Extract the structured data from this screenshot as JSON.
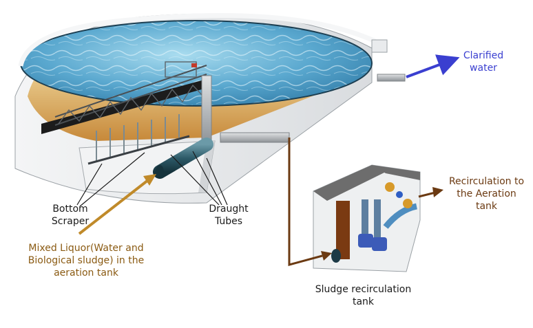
{
  "labels": {
    "clarified_water": [
      "Clarified",
      "water"
    ],
    "recirculation": [
      "Recirculation to",
      "the Aeration",
      "tank"
    ],
    "bottom_scraper": [
      "Bottom",
      "Scraper"
    ],
    "draught_tubes": [
      "Draught",
      "Tubes"
    ],
    "mixed_liquor": [
      "Mixed Liquor(Water and",
      "Biological sludge) in the",
      "aeration tank"
    ],
    "sludge_tank": [
      "Sludge recirculation",
      "tank"
    ]
  },
  "colors": {
    "water_arrow": "#3a3fd0",
    "sludge_arrow": "#6b3a12",
    "feed_arrow": "#c08a2a",
    "water": "#6fb7d8",
    "tank_wall": "#e6e8ea"
  }
}
